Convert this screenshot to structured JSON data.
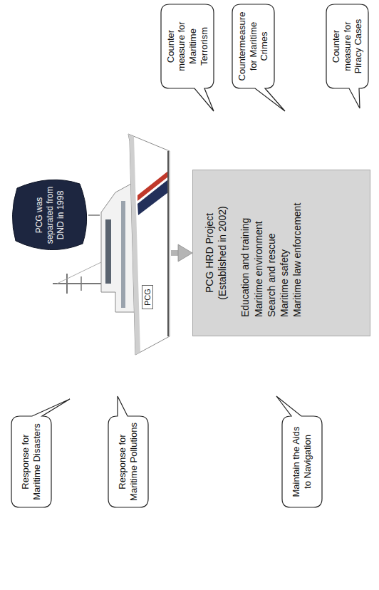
{
  "diagram": {
    "nodes": [
      {
        "text": [
          "Response for Maritime Disasters"
        ]
      },
      {
        "text": [
          "Response for Maritime Pollutions"
        ]
      },
      {
        "text": [
          "Maintain the Aids to Navigation"
        ]
      },
      {
        "text": [
          "PCG was separated from DND in 1998"
        ]
      },
      {
        "text": [
          "PCG"
        ]
      },
      {
        "text": [
          "PCG HRD Project",
          "(Established in 2002)",
          "Education and training",
          "Maritime environment",
          "Search and rescue",
          "Maritime safety",
          "Maritime law enforcement"
        ]
      },
      {
        "text": [
          "Counter measure for Maritime Terrorism"
        ]
      },
      {
        "text": [
          "Countermeasure for Maritime Crimes"
        ]
      },
      {
        "text": [
          "Counter measure for Piracy Cases"
        ]
      }
    ],
    "edges": [
      {
        "from": 3,
        "to": 4,
        "arrow": "none"
      },
      {
        "from": 4,
        "to": 5,
        "arrow": "to"
      }
    ]
  }
}
